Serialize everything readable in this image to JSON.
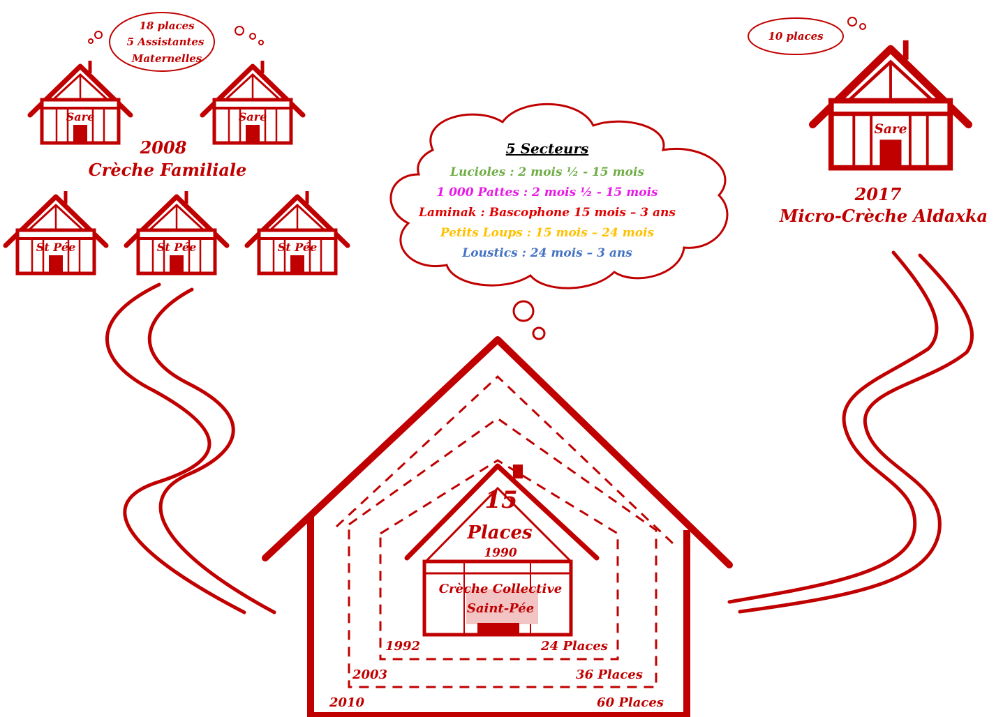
{
  "colors": {
    "primary": "#c00000",
    "lucioles": "#70ad47",
    "pattes": "#e619e6",
    "laminak": "#e00000",
    "petits_loups": "#ffc000",
    "loustics": "#4472c4"
  },
  "familiale": {
    "bubble_line1": "18 places",
    "bubble_line2": "5 Assistantes",
    "bubble_line3": "Maternelles",
    "year": "2008",
    "title": "Crèche Familiale",
    "house_sare_1": "Sare",
    "house_sare_2": "Sare",
    "house_stpee_1": "St Pée",
    "house_stpee_2": "St Pée",
    "house_stpee_3": "St Pée"
  },
  "micro": {
    "bubble": "10 places",
    "house_label": "Sare",
    "year": "2017",
    "title": "Micro-Crèche Aldaxka"
  },
  "secteurs": {
    "title": "5 Secteurs",
    "lucioles": "Lucioles : 2 mois ½ - 15 mois",
    "pattes": "1 000 Pattes : 2 mois ½ - 15 mois",
    "laminak": "Laminak : Bascophone 15 mois – 3 ans",
    "petits_loups": "Petits Loups : 15 mois – 24 mois",
    "loustics": "Loustics : 24 mois – 3 ans"
  },
  "collective": {
    "capacity": "15",
    "capacity_unit": "Places",
    "year": "1990",
    "name_line1": "Crèche Collective",
    "name_line2": "Saint-Pée",
    "ring1_year": "1992",
    "ring1_places": "24 Places",
    "ring2_year": "2003",
    "ring2_places": "36 Places",
    "ring3_year": "2010",
    "ring3_places": "60 Places"
  }
}
